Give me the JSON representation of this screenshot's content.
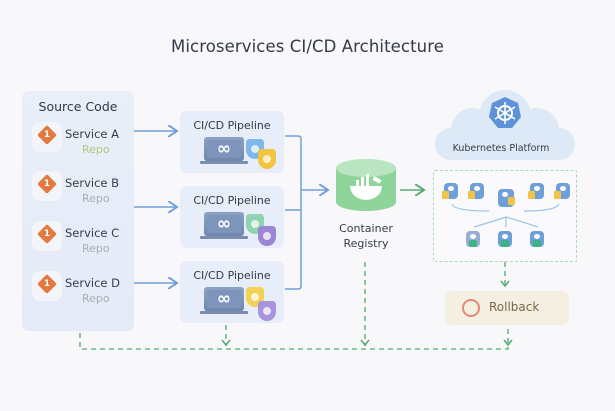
{
  "title": "Microservices CI/CD Architecture",
  "source_code": {
    "title": "Source Code",
    "services": [
      {
        "name": "Service A",
        "sub": "Repo",
        "icon": "git-icon"
      },
      {
        "name": "Service B",
        "sub": "Repo",
        "icon": "git-icon"
      },
      {
        "name": "Service C",
        "sub": "Repo",
        "icon": "git-icon"
      },
      {
        "name": "Service D",
        "sub": "Repo",
        "icon": "git-icon"
      }
    ]
  },
  "pipelines": [
    {
      "label": "CI/CD Pipeline",
      "icon": "laptop-infinity-icon",
      "badges": [
        "security-shield-icon",
        "security-shield-icon"
      ]
    },
    {
      "label": "CI/CD Pipeline",
      "icon": "laptop-infinity-icon",
      "badges": [
        "security-shield-icon",
        "security-shield-icon"
      ]
    },
    {
      "label": "CI/CD Pipeline",
      "icon": "laptop-infinity-icon",
      "badges": [
        "security-shield-icon",
        "security-shield-icon"
      ]
    }
  ],
  "registry": {
    "label_line1": "Container",
    "label_line2": "Registry",
    "icon": "database-cylinder-icon"
  },
  "kubernetes": {
    "label": "Kubernetes Platform",
    "icon": "kubernetes-helm-icon"
  },
  "rollback": {
    "label": "Rollback",
    "icon": "rollback-icon"
  },
  "glyphs": {
    "git": "1",
    "infinity": "∞"
  },
  "colors": {
    "accent_blue": "#6f9fd8",
    "accent_green": "#6cbb85",
    "git_orange": "#e4793e",
    "rollback_bg": "#f5efe2"
  }
}
